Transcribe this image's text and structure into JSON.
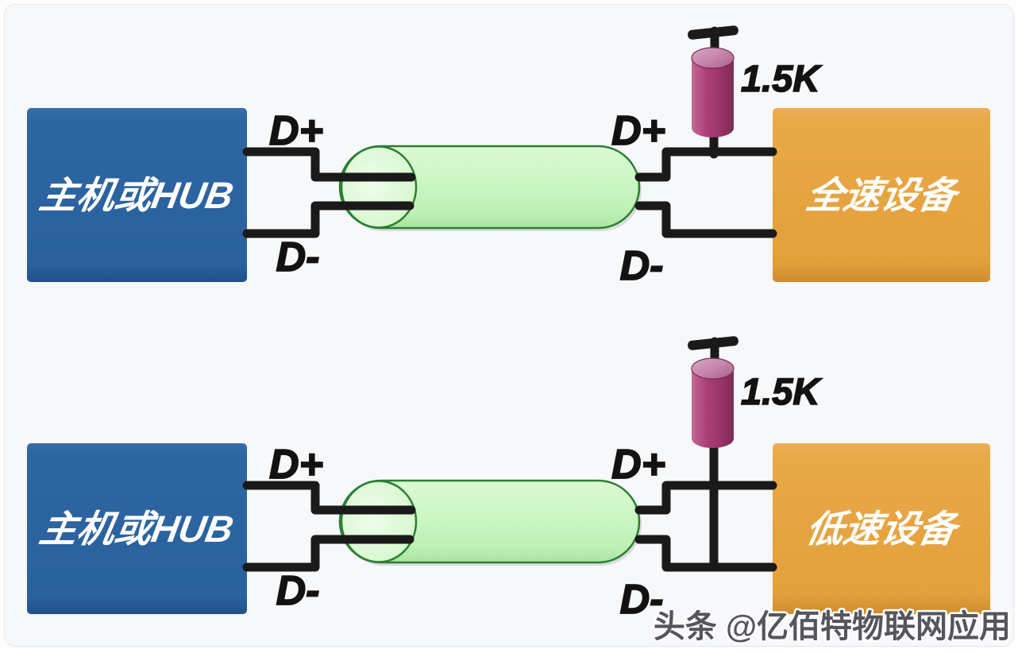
{
  "watermark": {
    "text": "头条 @亿佰特物联网应用",
    "color": "#55555c"
  },
  "colors": {
    "host_box": "#2a62a0",
    "device_box": "#e7a640",
    "cable_fill": "#c9f6c2",
    "cable_outline": "#2d7e33",
    "resistor_body": "#a73d75",
    "wire": "#1a1a1a",
    "background": "#f6f8fa"
  },
  "diagrams": [
    {
      "id": "full-speed",
      "host_label": "主机或HUB",
      "device_label": "全速设备",
      "resistor_label": "1.5K",
      "pullup_line": "D+",
      "labels": {
        "host_d_plus": "D+",
        "host_d_minus": "D-",
        "device_d_plus": "D+",
        "device_d_minus": "D-"
      }
    },
    {
      "id": "low-speed",
      "host_label": "主机或HUB",
      "device_label": "低速设备",
      "resistor_label": "1.5K",
      "pullup_line": "D-",
      "labels": {
        "host_d_plus": "D+",
        "host_d_minus": "D-",
        "device_d_plus": "D+",
        "device_d_minus": "D-"
      }
    }
  ]
}
